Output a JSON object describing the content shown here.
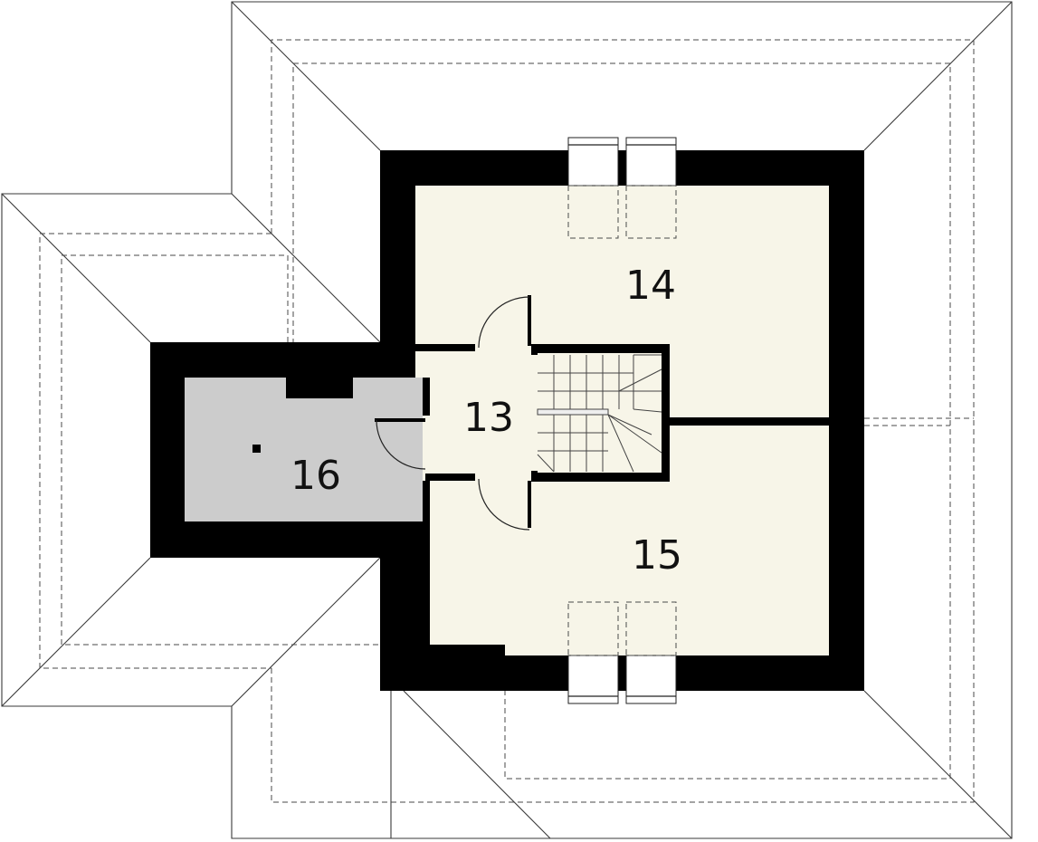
{
  "plan": {
    "rooms": [
      {
        "id": "13",
        "label": "13"
      },
      {
        "id": "14",
        "label": "14"
      },
      {
        "id": "15",
        "label": "15"
      },
      {
        "id": "16",
        "label": "16"
      }
    ],
    "colors": {
      "wall": "#000000",
      "living_floor": "#f7f5e8",
      "storage_floor": "#cccccc",
      "line": "#3a3a3a",
      "background": "#ffffff"
    }
  }
}
